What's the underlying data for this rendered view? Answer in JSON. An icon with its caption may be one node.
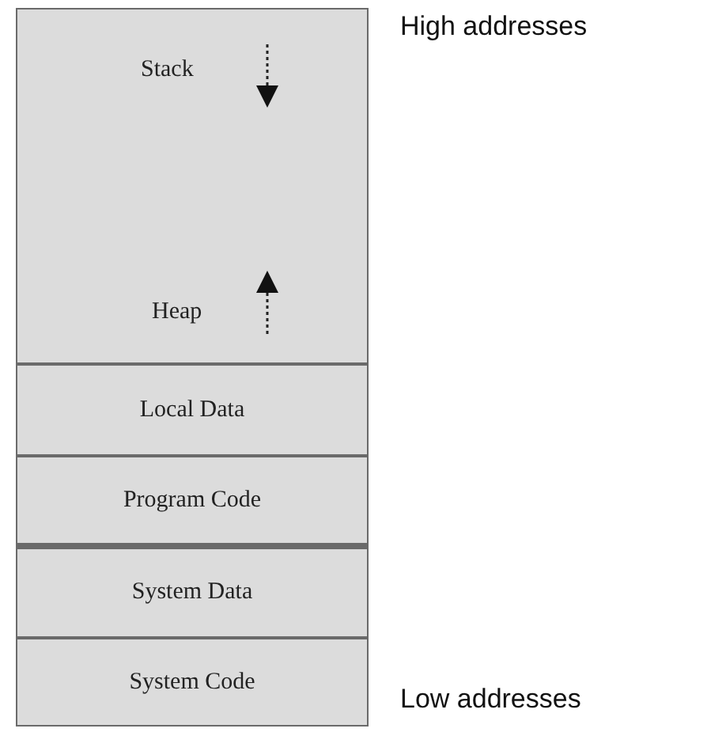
{
  "diagram": {
    "nodes": [
      {
        "text": [
          "Stack",
          "Heap"
        ]
      },
      {
        "text": [
          "Local Data"
        ]
      },
      {
        "text": [
          "Program Code"
        ]
      },
      {
        "text": [
          "System Data"
        ]
      },
      {
        "text": [
          "System Code"
        ]
      }
    ],
    "labels": [
      "High addresses",
      "Low addresses"
    ]
  }
}
